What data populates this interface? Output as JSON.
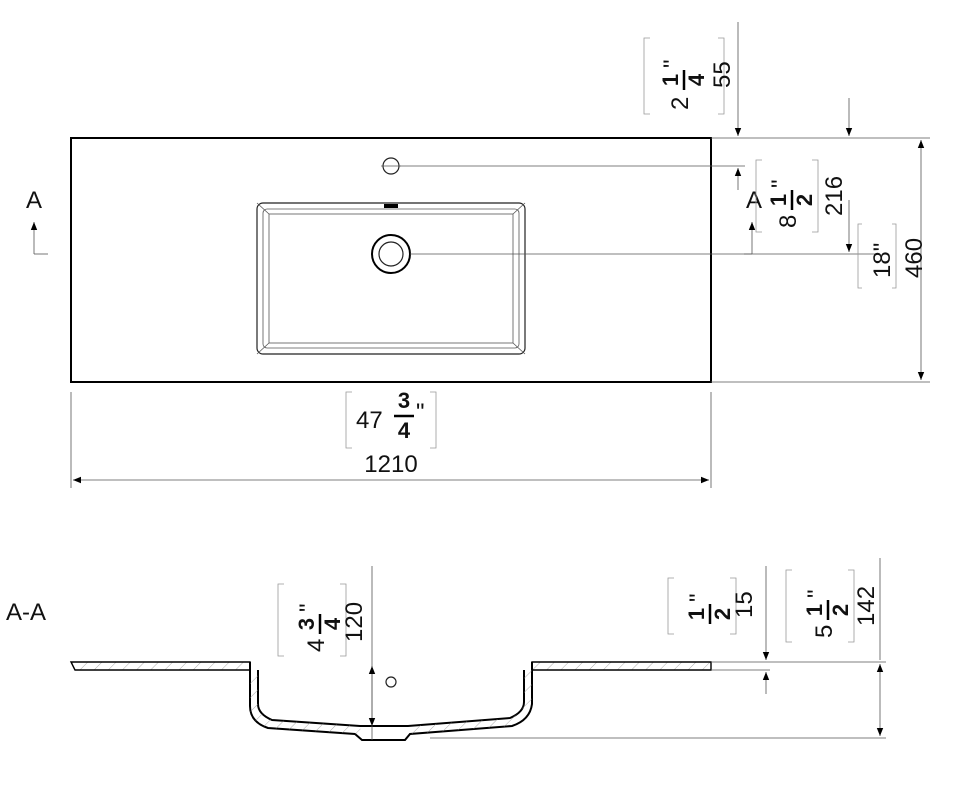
{
  "plan_view": {
    "section_marker_left": "A",
    "section_marker_right": "A",
    "dims": {
      "width_mm": "1210",
      "width_in_whole": "47",
      "width_in_num": "3",
      "width_in_den": "4",
      "depth_mm": "460",
      "depth_in": "18\"",
      "drain_offset_mm": "216",
      "drain_in_whole": "8",
      "drain_in_num": "1",
      "drain_in_den": "2",
      "tap_offset_mm": "55",
      "tap_in_whole": "2",
      "tap_in_num": "1",
      "tap_in_den": "4",
      "inch_mark": "\""
    }
  },
  "section_view": {
    "title": "A-A",
    "dims": {
      "bowl_depth_mm": "120",
      "bowl_in_whole": "4",
      "bowl_in_num": "3",
      "bowl_in_den": "4",
      "top_thickness_mm": "15",
      "top_in_num": "1",
      "top_in_den": "2",
      "total_height_mm": "142",
      "total_in_whole": "5",
      "total_in_num": "1",
      "total_in_den": "2",
      "inch_mark": "\""
    }
  }
}
